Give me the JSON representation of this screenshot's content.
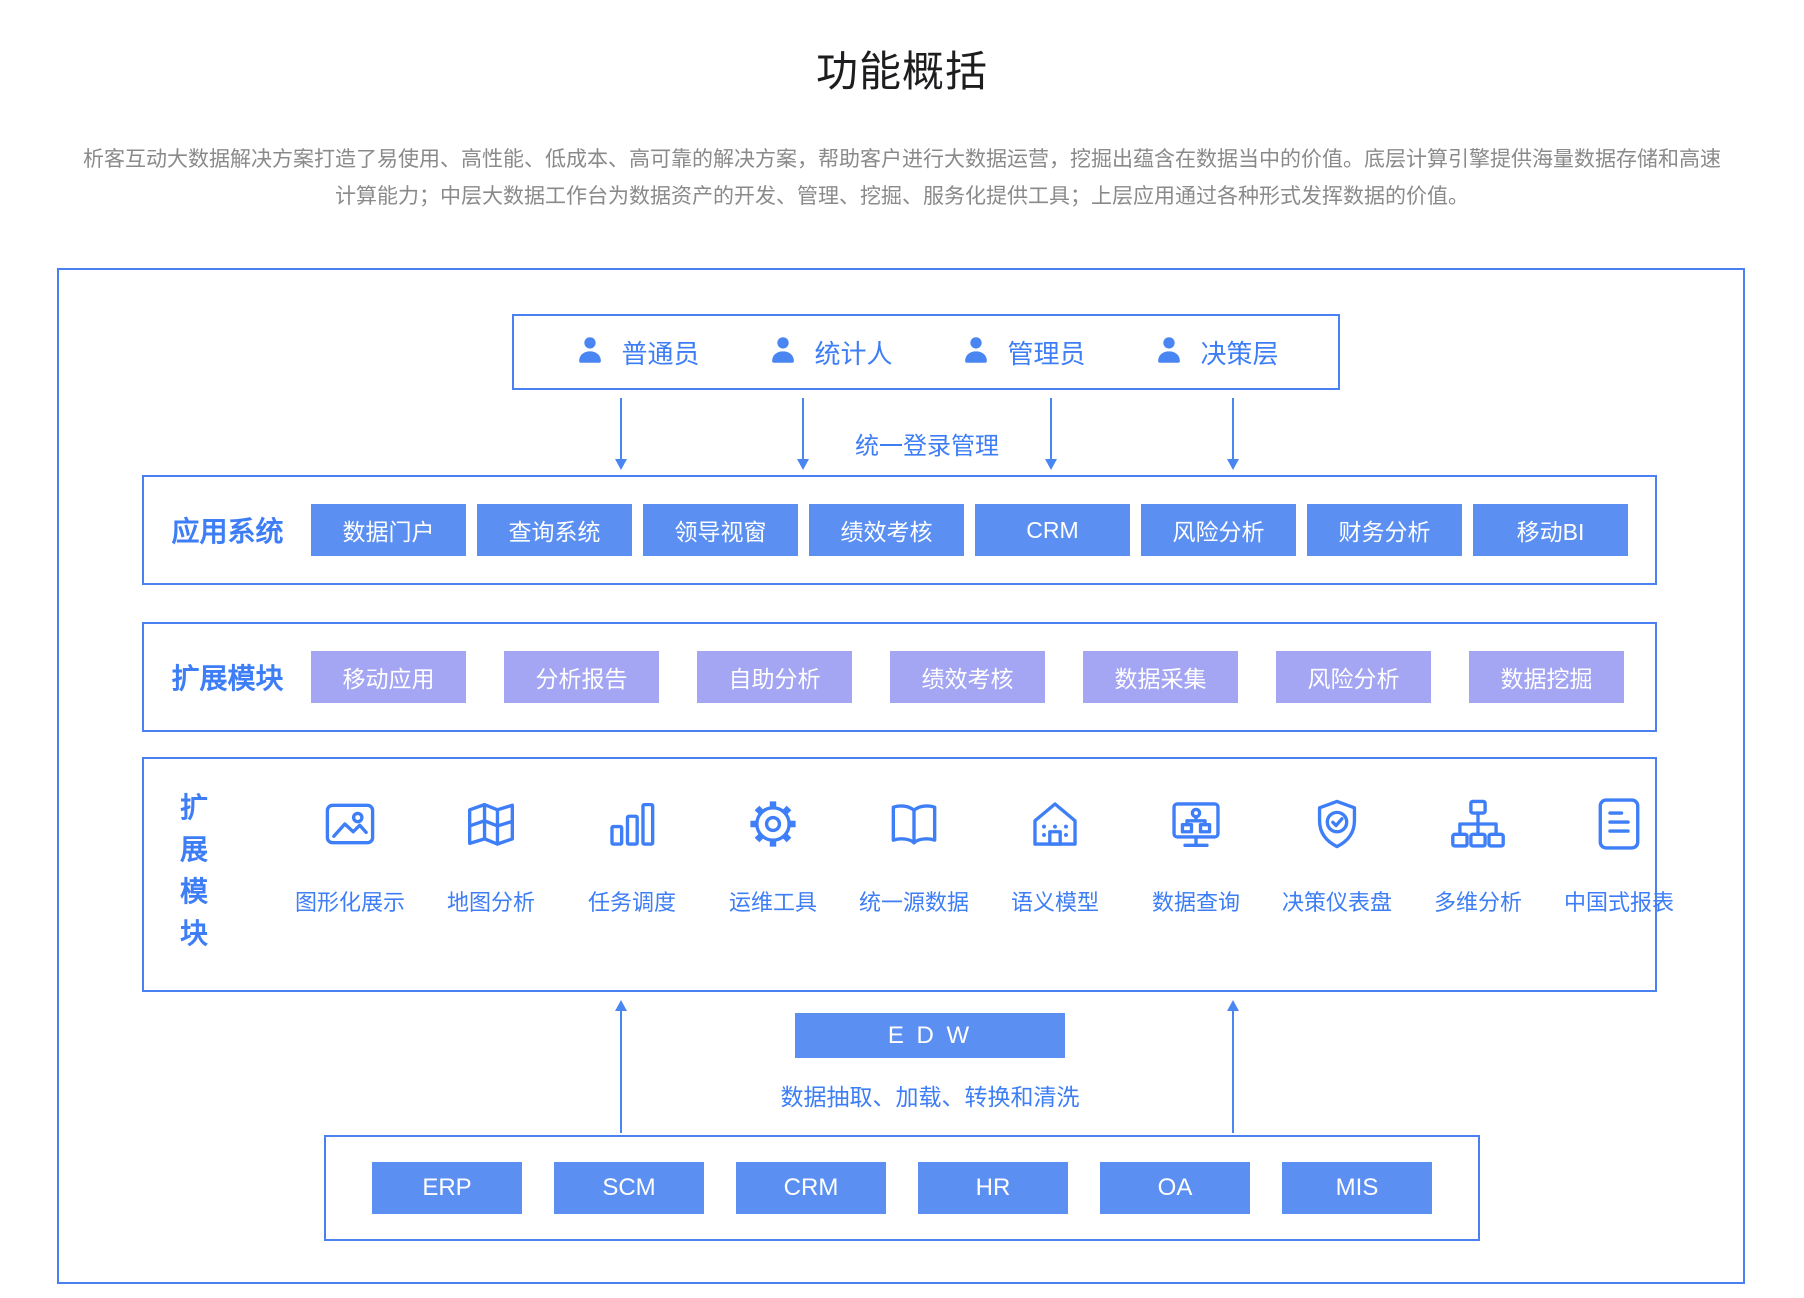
{
  "header": {
    "title": "功能概括",
    "description": [
      "析客互动大数据解决方案打造了易使用、高性能、低成本、高可靠的解决方案，帮助客户进行大数据运营，挖掘出蕴含在数据当中的价值。底层计算引擎提供海量数据存储和高速",
      "计算能力；中层大数据工作台为数据资产的开发、管理、挖掘、服务化提供工具；上层应用通过各种形式发挥数据的价值。"
    ]
  },
  "colors": {
    "primary_blue": "#5b8ff2",
    "purple": "#a5a6f3",
    "accent_blue": "#3d7df5",
    "border_blue": "#4a80f0",
    "arrow_blue": "#4a86f2",
    "text_gray": "#8a8a8a",
    "title_black": "#1d1d1f"
  },
  "diagram": {
    "users": [
      "普通员",
      "统计人",
      "管理员",
      "决策层"
    ],
    "login_label": "统一登录管理",
    "app_row": {
      "label": "应用系统",
      "items": [
        "数据门户",
        "查询系统",
        "领导视窗",
        "绩效考核",
        "CRM",
        "风险分析",
        "财务分析",
        "移动BI"
      ]
    },
    "ext_row": {
      "label": "扩展模块",
      "items": [
        "移动应用",
        "分析报告",
        "自助分析",
        "绩效考核",
        "数据采集",
        "风险分析",
        "数据挖掘"
      ]
    },
    "tools_row": {
      "label": "扩展模块",
      "label_vertical": [
        "扩",
        "展",
        "模",
        "块"
      ],
      "items": [
        {
          "icon": "image-icon",
          "label": "图形化展示"
        },
        {
          "icon": "map-icon",
          "label": "地图分析"
        },
        {
          "icon": "bar-chart-icon",
          "label": "任务调度"
        },
        {
          "icon": "gear-icon",
          "label": "运维工具"
        },
        {
          "icon": "book-icon",
          "label": "统一源数据"
        },
        {
          "icon": "house-icon",
          "label": "语义模型"
        },
        {
          "icon": "monitor-share-icon",
          "label": "数据查询"
        },
        {
          "icon": "shield-check-icon",
          "label": "决策仪表盘"
        },
        {
          "icon": "tree-icon",
          "label": "多维分析"
        },
        {
          "icon": "report-icon",
          "label": "中国式报表"
        }
      ]
    },
    "edw": {
      "title": "E D W",
      "etl_label": "数据抽取、加载、转换和清洗"
    },
    "source_row": {
      "items": [
        "ERP",
        "SCM",
        "CRM",
        "HR",
        "OA",
        "MIS"
      ]
    }
  }
}
